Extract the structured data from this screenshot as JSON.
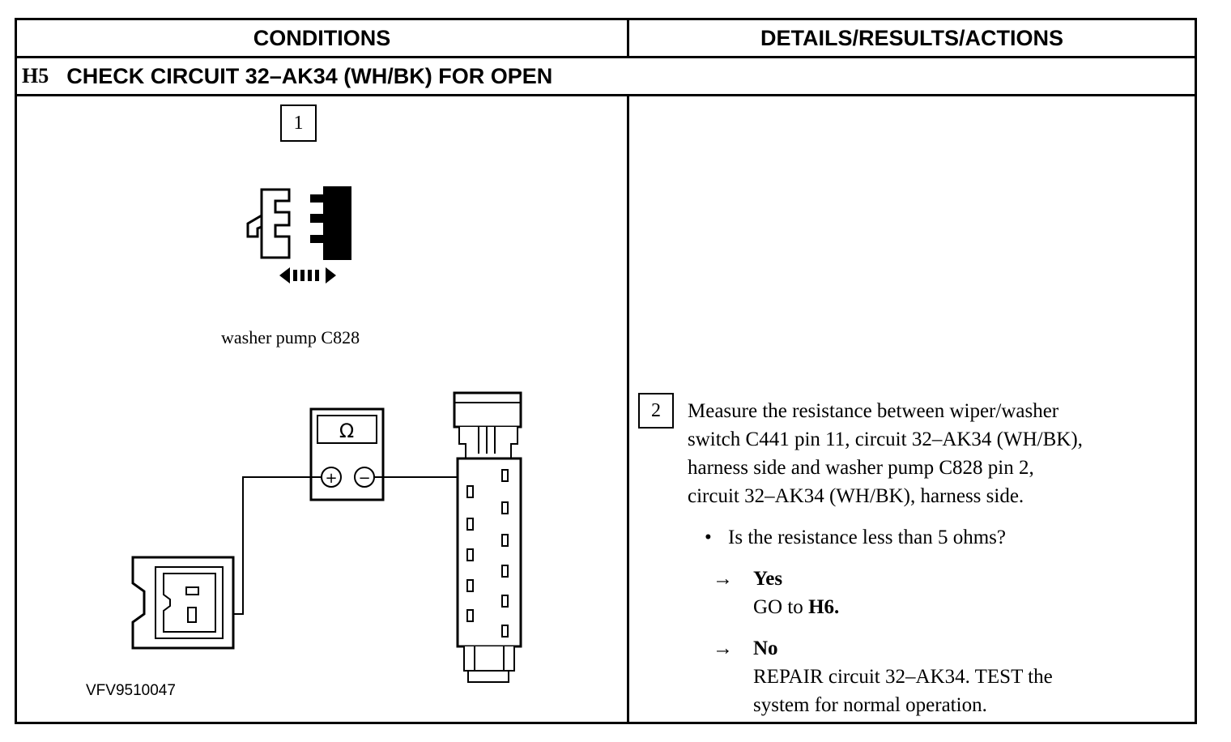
{
  "table": {
    "col_left_header": "CONDITIONS",
    "col_right_header": "DETAILS/RESULTS/ACTIONS"
  },
  "step": {
    "id": "H5",
    "title": "CHECK CIRCUIT 32–AK34 (WH/BK) FOR OPEN"
  },
  "figure": {
    "step1_number": "1",
    "caption": "washer pump C828",
    "ohm_symbol": "Ω",
    "plus_symbol": "+",
    "minus_symbol": "−",
    "figure_id": "VFV9510047"
  },
  "details": {
    "step2_number": "2",
    "instruction_lines": [
      "Measure the resistance between wiper/washer",
      "switch C441 pin 11, circuit 32–AK34 (WH/BK),",
      "harness side and washer pump C828 pin 2,",
      "circuit 32–AK34 (WH/BK), harness side."
    ],
    "bullet": "•",
    "question": "Is the resistance less than 5 ohms?",
    "arrow": "→",
    "yes_label": "Yes",
    "yes_text_prefix": "GO to ",
    "yes_text_bold": "H6.",
    "no_label": "No",
    "no_text_lines": [
      "REPAIR circuit 32–AK34. TEST the",
      "system for normal operation."
    ]
  }
}
